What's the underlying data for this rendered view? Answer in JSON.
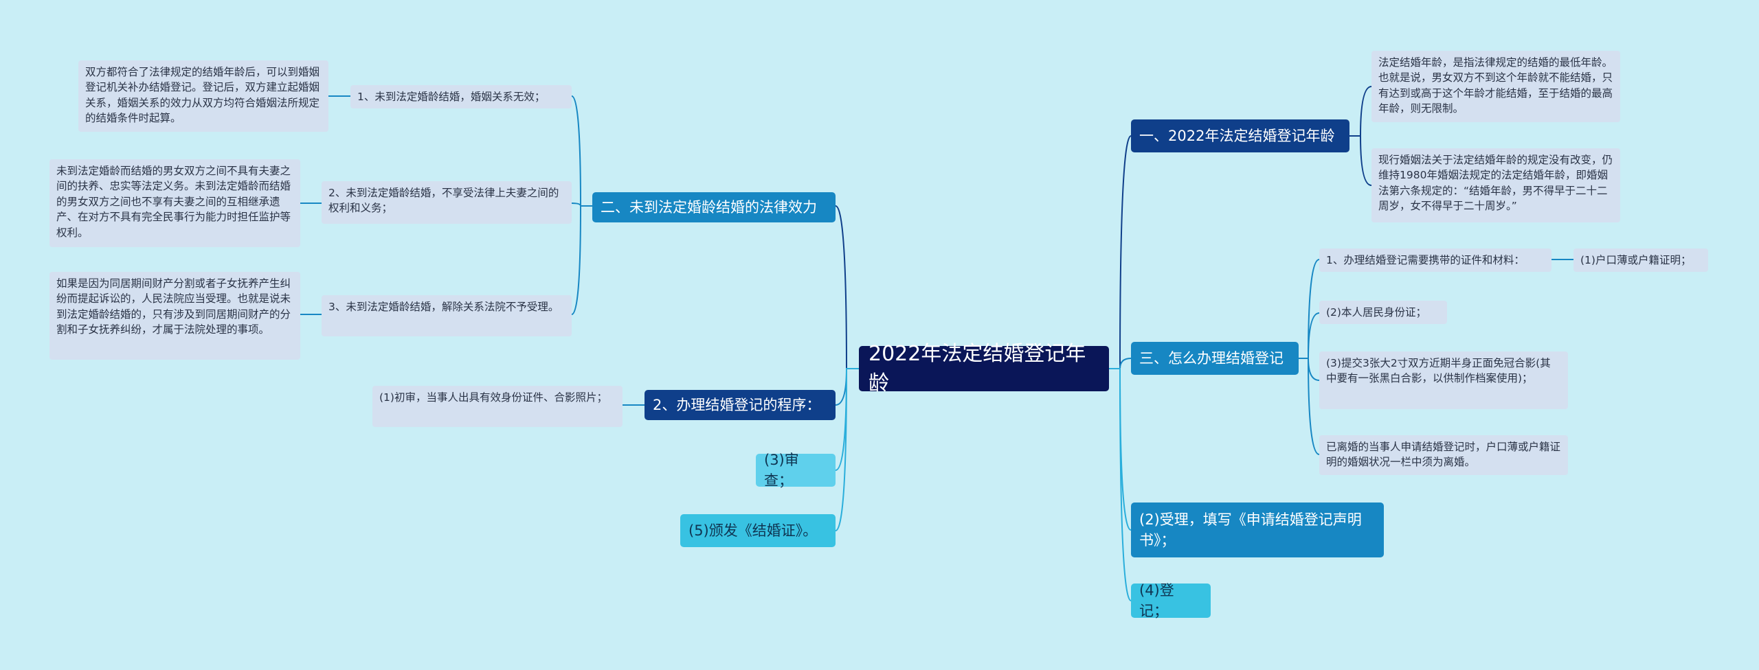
{
  "root": "2022年法定结婚登记年龄",
  "left": {
    "b1": {
      "label": "二、未到法定婚龄结婚的法律效力",
      "items": [
        {
          "label": "1、未到法定婚龄结婚，婚姻关系无效；",
          "detail": "双方都符合了法律规定的结婚年龄后，可以到婚姻登记机关补办结婚登记。登记后，双方建立起婚姻关系，婚姻关系的效力从双方均符合婚姻法所规定的结婚条件时起算。"
        },
        {
          "label": "2、未到法定婚龄结婚，不享受法律上夫妻之间的权利和义务；",
          "detail": "未到法定婚龄而结婚的男女双方之间不具有夫妻之间的扶养、忠实等法定义务。未到法定婚龄而结婚的男女双方之间也不享有夫妻之间的互相继承遗产、在对方不具有完全民事行为能力时担任监护等权利。"
        },
        {
          "label": "3、未到法定婚龄结婚，解除关系法院不予受理。",
          "detail": "如果是因为同居期间财产分割或者子女抚养产生纠纷而提起诉讼的，人民法院应当受理。也就是说未到法定婚龄结婚的，只有涉及到同居期间财产的分割和子女抚养纠纷，才属于法院处理的事项。"
        }
      ]
    },
    "b2": {
      "label": "2、办理结婚登记的程序：",
      "items": [
        {
          "label": "(1)初审，当事人出具有效身份证件、合影照片；"
        }
      ]
    },
    "b3": {
      "label": "(3)审查；"
    },
    "b4": {
      "label": "(5)颁发《结婚证》。"
    }
  },
  "right": {
    "b1": {
      "label": "一、2022年法定结婚登记年龄",
      "items": [
        {
          "label": "法定结婚年龄，是指法律规定的结婚的最低年龄。也就是说，男女双方不到这个年龄就不能结婚，只有达到或高于这个年龄才能结婚，至于结婚的最高年龄，则无限制。"
        },
        {
          "label": "现行婚姻法关于法定结婚年龄的规定没有改变，仍维持1980年婚姻法规定的法定结婚年龄，即婚姻法第六条规定的：“结婚年龄，男不得早于二十二周岁，女不得早于二十周岁。”"
        }
      ]
    },
    "b2": {
      "label": "三、怎么办理结婚登记",
      "items": [
        {
          "label": "1、办理结婚登记需要携带的证件和材料：",
          "detail": "(1)户口薄或户籍证明；"
        },
        {
          "label": "(2)本人居民身份证；"
        },
        {
          "label": "(3)提交3张大2寸双方近期半身正面免冠合影(其中要有一张黑白合影，以供制作档案使用)；"
        },
        {
          "label": "已离婚的当事人申请结婚登记时，户口薄或户籍证明的婚姻状况一栏中须为离婚。"
        }
      ]
    },
    "b3": {
      "label": "(2)受理，填写《申请结婚登记声明书》；"
    },
    "b4": {
      "label": "(4)登记；"
    }
  },
  "colors": {
    "background": "#c9eef6",
    "root": "#0a1658",
    "dark_branch": "#0f3f8a",
    "mid_branch": "#1787c3",
    "light_branch": "#5fd0ec",
    "leaf": "#d4e0f0",
    "link_dark": "#0f3f8a",
    "link_light": "#2aaedb"
  }
}
